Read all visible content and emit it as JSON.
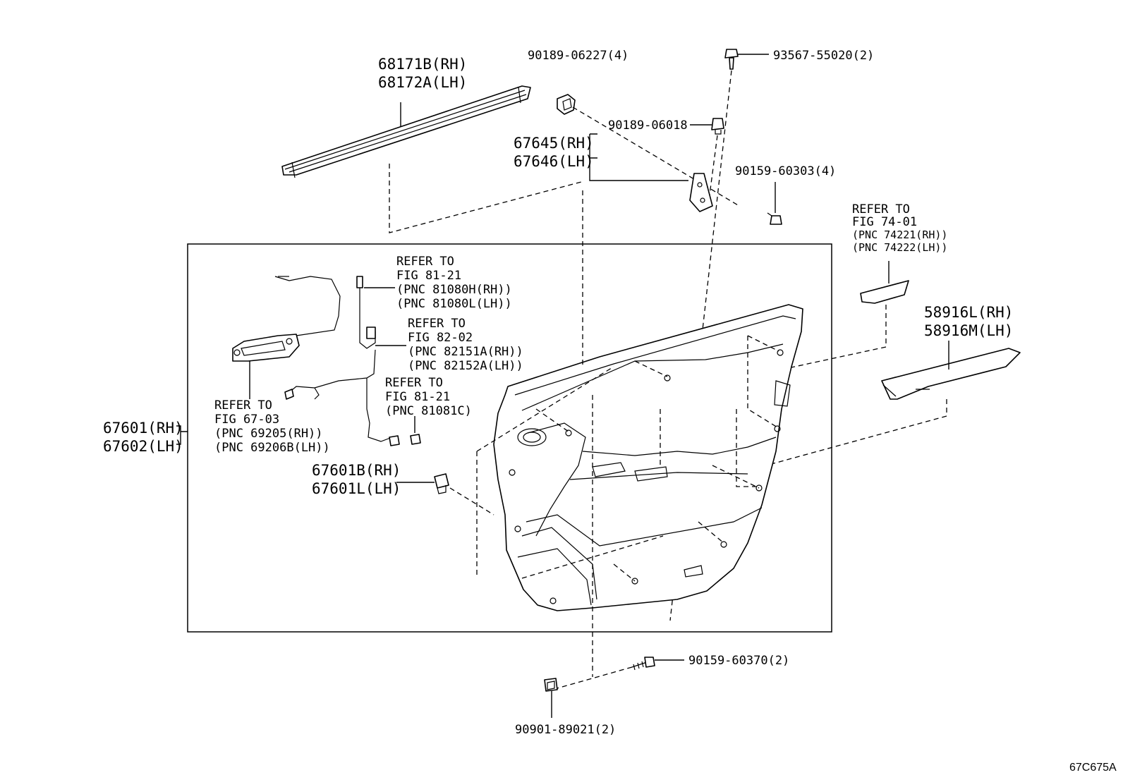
{
  "labels": {
    "moulding_rh": "68171B(RH)",
    "moulding_lh": "68172A(LH)",
    "clip_top": "90189-06227(4)",
    "screw_top": "93567-55020(2)",
    "clip_mid": "90189-06018",
    "bracket_rh": "67645(RH)",
    "bracket_lh": "67646(LH)",
    "bolt_bracket": "90159-60303(4)",
    "ref74_1": "REFER TO",
    "ref74_2": "FIG 74-01",
    "ref74_3": "(PNC 74221(RH))",
    "ref74_4": "(PNC 74222(LH))",
    "ref81a_1": "REFER TO",
    "ref81a_2": "FIG 81-21",
    "ref81a_3": "(PNC 81080H(RH))",
    "ref81a_4": "(PNC 81080L(LH))",
    "ref82_1": "REFER TO",
    "ref82_2": "FIG 82-02",
    "ref82_3": "(PNC 82151A(RH))",
    "ref82_4": "(PNC 82152A(LH))",
    "ref81b_1": "REFER TO",
    "ref81b_2": "FIG 81-21",
    "ref81b_3": "(PNC 81081C)",
    "ref67_1": "REFER TO",
    "ref67_2": "FIG 67-03",
    "ref67_3": "(PNC 69205(RH))",
    "ref67_4": "(PNC 69206B(LH))",
    "trim_rh": "58916L(RH)",
    "trim_lh": "58916M(LH)",
    "panel_rh": "67601(RH)",
    "panel_lh": "67602(LH)",
    "clip_panel_rh": "67601B(RH)",
    "clip_panel_lh": "67601L(LH)",
    "bolt_bottom": "90159-60370(2)",
    "clip_bottom": "90901-89021(2)",
    "figure_code": "67C675A"
  }
}
